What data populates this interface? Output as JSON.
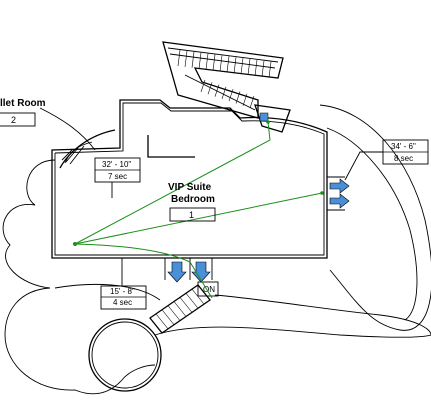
{
  "rooms": [
    {
      "name": "llet Room",
      "number": "2"
    },
    {
      "name_line1": "VIP Suite",
      "name_line2": "Bedroom",
      "number": "1"
    }
  ],
  "paths": [
    {
      "length": "32' - 10\"",
      "time": "7 sec"
    },
    {
      "length": "34' - 6\"",
      "time": "8 sec"
    },
    {
      "length": "15' - 8\"",
      "time": "4 sec"
    }
  ],
  "door_label": "ON",
  "colors": {
    "path": "#1a8f1a",
    "door_arrow": "#4a90d9",
    "walls": "#000000"
  }
}
